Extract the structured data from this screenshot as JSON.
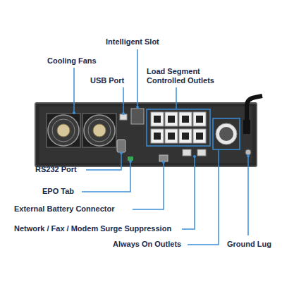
{
  "diagram": {
    "labels": [
      "Intelligent Slot",
      "Cooling Fans",
      "USB Port",
      "Load Segment Controlled Outlets",
      "RS232 Port",
      "EPO Tab",
      "External Battery Connector",
      "Network / Fax / Modem Surge Suppression",
      "Always On Outlets",
      "Ground Lug"
    ]
  }
}
